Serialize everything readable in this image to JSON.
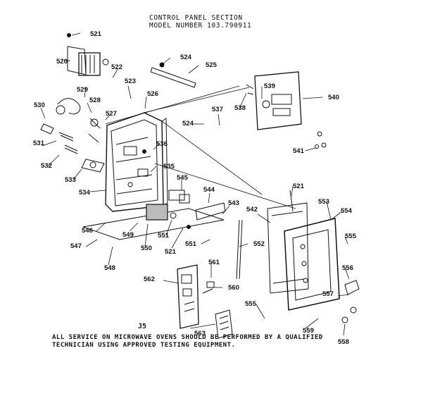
{
  "header": {
    "title": "CONTROL PANEL SECTION",
    "model": "MODEL NUMBER 103.790911"
  },
  "footer": {
    "note_line1": "ALL SERVICE ON MICROWAVE OVENS SHOULD BE PERFORMED BY A QUALIFIED",
    "note_line2": "TECHNICIAN USING APPROVED TESTING EQUIPMENT.",
    "code": "J5"
  },
  "parts": [
    {
      "id": "521"
    },
    {
      "id": "520"
    },
    {
      "id": "522"
    },
    {
      "id": "523"
    },
    {
      "id": "524"
    },
    {
      "id": "525"
    },
    {
      "id": "526"
    },
    {
      "id": "527"
    },
    {
      "id": "528"
    },
    {
      "id": "529"
    },
    {
      "id": "530"
    },
    {
      "id": "531"
    },
    {
      "id": "532"
    },
    {
      "id": "533"
    },
    {
      "id": "534"
    },
    {
      "id": "535"
    },
    {
      "id": "536"
    },
    {
      "id": "537"
    },
    {
      "id": "538"
    },
    {
      "id": "539"
    },
    {
      "id": "540"
    },
    {
      "id": "541"
    },
    {
      "id": "542"
    },
    {
      "id": "543"
    },
    {
      "id": "544"
    },
    {
      "id": "545"
    },
    {
      "id": "546"
    },
    {
      "id": "547"
    },
    {
      "id": "548"
    },
    {
      "id": "549"
    },
    {
      "id": "550"
    },
    {
      "id": "551"
    },
    {
      "id": "552"
    },
    {
      "id": "553"
    },
    {
      "id": "554"
    },
    {
      "id": "555"
    },
    {
      "id": "556"
    },
    {
      "id": "557"
    },
    {
      "id": "558"
    },
    {
      "id": "559"
    },
    {
      "id": "560"
    },
    {
      "id": "561"
    },
    {
      "id": "562"
    },
    {
      "id": "563"
    }
  ]
}
